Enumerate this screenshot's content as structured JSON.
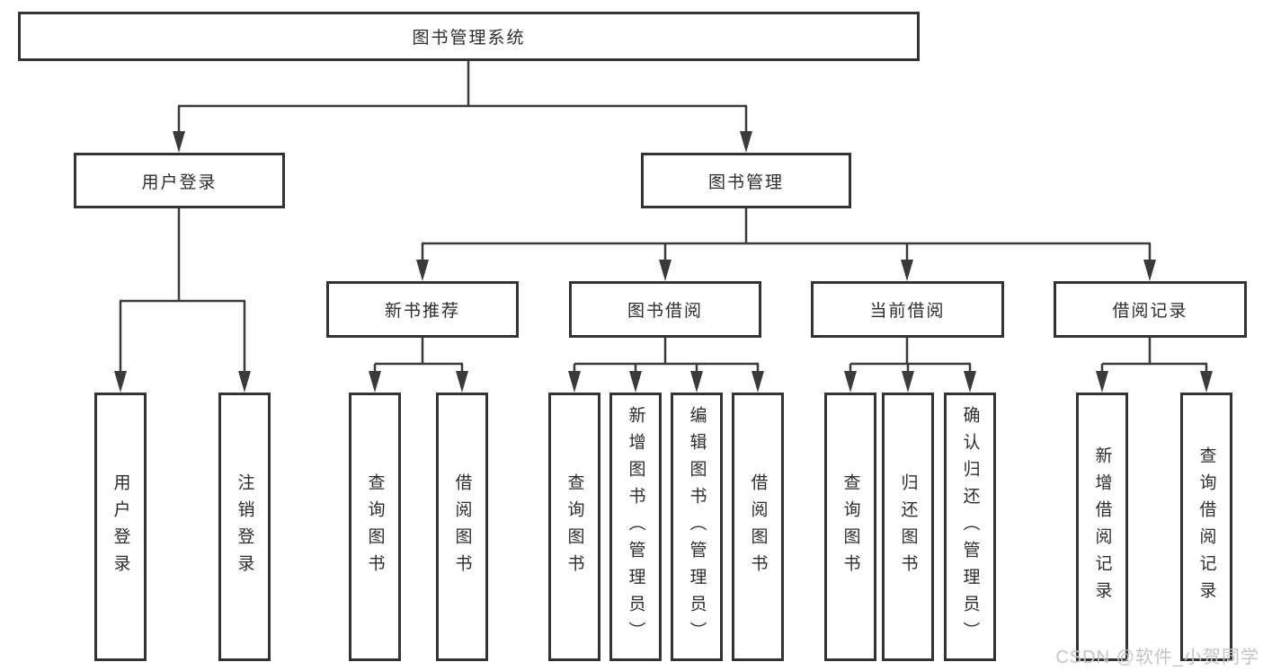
{
  "diagram": {
    "type": "tree-structure-chart",
    "colors": {
      "line": "#3a3a3a",
      "box_border": "#333333",
      "box_fill": "#ffffff",
      "text": "#2d2d30",
      "watermark_text": "#c7c3c3",
      "background": "#ffffff"
    },
    "nodes": {
      "root": "图书管理系统",
      "user_login": "用户登录",
      "book_mgmt": "图书管理",
      "new_books": "新书推荐",
      "book_borrow": "图书借阅",
      "current_borrow": "当前借阅",
      "borrow_records": "借阅记录",
      "leaf_user_login": "用户登录",
      "leaf_logout": "注销登录",
      "leaf_nb_query": "查询图书",
      "leaf_nb_borrow": "借阅图书",
      "leaf_bb_query": "查询图书",
      "leaf_bb_add": "新增图书（管理员）",
      "leaf_bb_edit": "编辑图书（管理员）",
      "leaf_bb_borrow": "借阅图书",
      "leaf_cb_query": "查询图书",
      "leaf_cb_return": "归还图书",
      "leaf_cb_confirm": "确认归还（管理员）",
      "leaf_br_add": "新增借阅记录",
      "leaf_br_query": "查询借阅记录"
    },
    "hierarchy": {
      "图书管理系统": {
        "用户登录": [
          "用户登录",
          "注销登录"
        ],
        "图书管理": {
          "新书推荐": [
            "查询图书",
            "借阅图书"
          ],
          "图书借阅": [
            "查询图书",
            "新增图书（管理员）",
            "编辑图书（管理员）",
            "借阅图书"
          ],
          "当前借阅": [
            "查询图书",
            "归还图书",
            "确认归还（管理员）"
          ],
          "借阅记录": [
            "新增借阅记录",
            "查询借阅记录"
          ]
        }
      }
    },
    "watermark": "CSDN @软件_小贺同学"
  }
}
